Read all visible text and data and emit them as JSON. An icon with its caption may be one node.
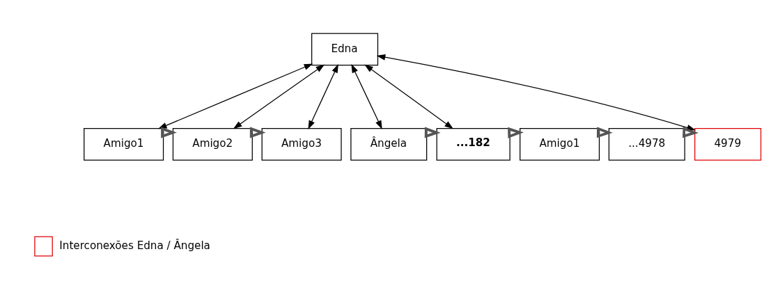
{
  "diagram": {
    "nodes": [
      {
        "text": [
          "Edna"
        ]
      },
      {
        "text": [
          "Amigo1"
        ]
      },
      {
        "text": [
          "Amigo2"
        ]
      },
      {
        "text": [
          "Amigo3"
        ]
      },
      {
        "text": [
          "Ângela"
        ]
      },
      {
        "text": [
          "...182"
        ]
      },
      {
        "text": [
          "Amigo1"
        ]
      },
      {
        "text": [
          "...4978"
        ]
      },
      {
        "text": [
          "4979"
        ]
      }
    ],
    "edges": [
      {
        "from": 0,
        "to": 1,
        "arrow": "both"
      },
      {
        "from": 0,
        "to": 2,
        "arrow": "both"
      },
      {
        "from": 0,
        "to": 3,
        "arrow": "both"
      },
      {
        "from": 0,
        "to": 4,
        "arrow": "both"
      },
      {
        "from": 0,
        "to": 5,
        "arrow": "both"
      },
      {
        "from": 0,
        "to": 8,
        "arrow": "both"
      },
      {
        "from": 1,
        "to": 2,
        "arrow": "to",
        "style": "thick"
      },
      {
        "from": 2,
        "to": 3,
        "arrow": "to",
        "style": "thick"
      },
      {
        "from": 4,
        "to": 5,
        "arrow": "to",
        "style": "thick"
      },
      {
        "from": 5,
        "to": 6,
        "arrow": "to",
        "style": "thick"
      },
      {
        "from": 6,
        "to": 7,
        "arrow": "to",
        "style": "thick"
      },
      {
        "from": 7,
        "to": 8,
        "arrow": "to",
        "style": "thick"
      }
    ],
    "legend": [
      {
        "text": "Interconexões Edna / Ângela"
      }
    ]
  }
}
